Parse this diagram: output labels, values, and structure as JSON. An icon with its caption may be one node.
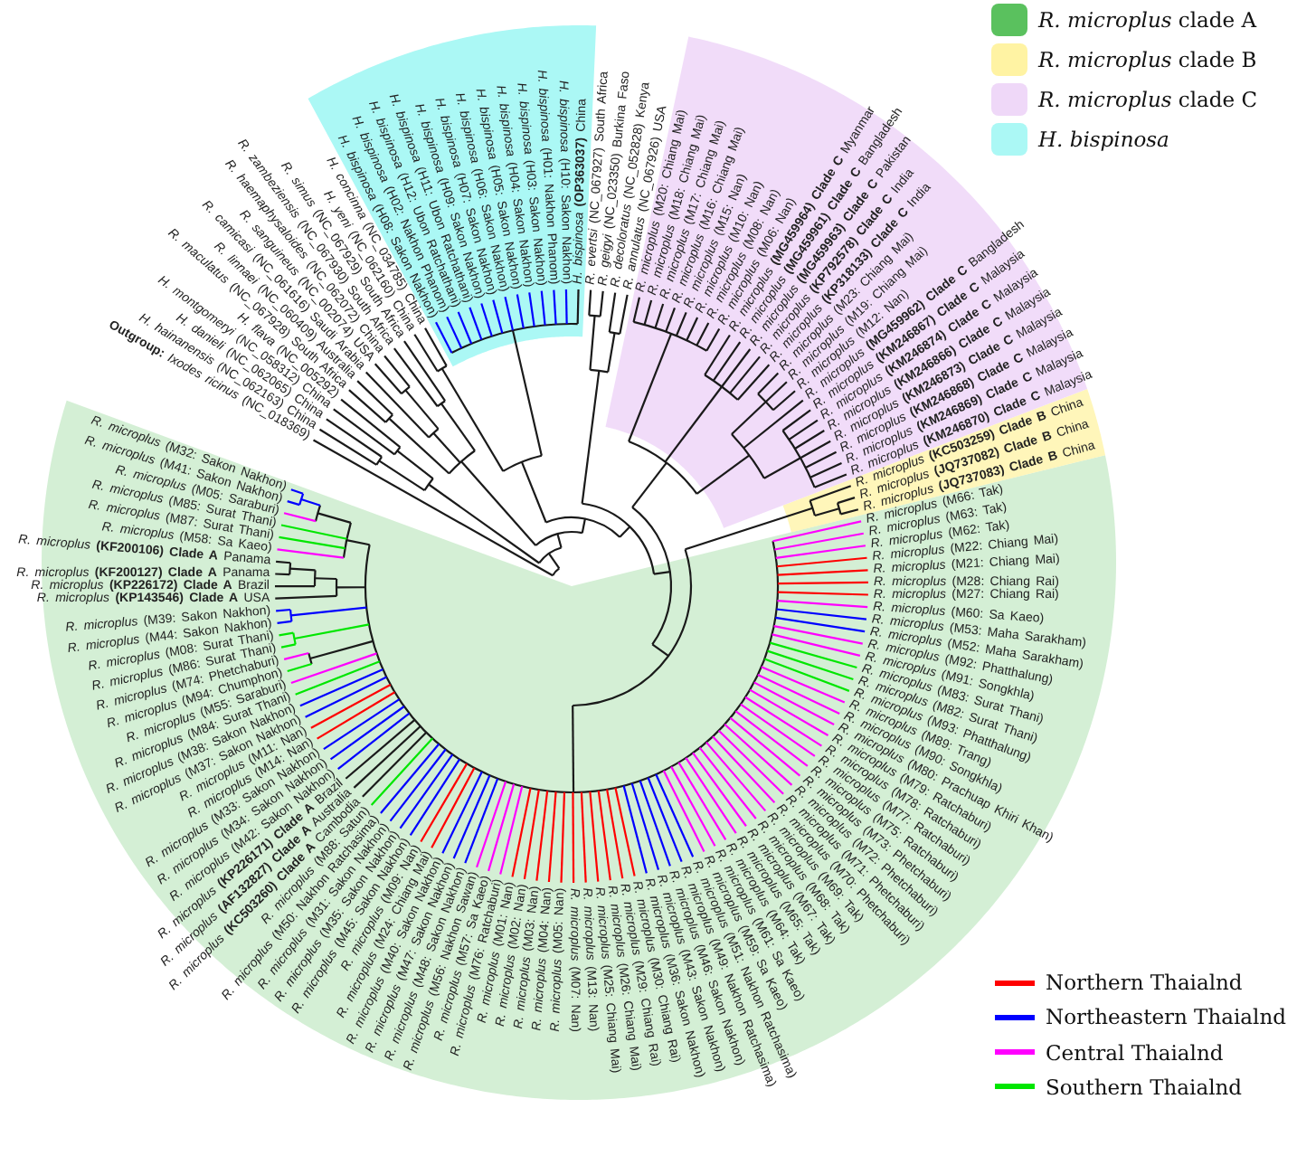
{
  "diagram": {
    "labels": [
      "*R. microplus* **(KP226172) Clade A** Brazil",
      "*R. microplus* **(KF200127) Clade A** Panama",
      "*R. microplus* **(KF200106) Clade A** Panama",
      "*R. microplus* (M58: Sa Kaeo)",
      "*R. microplus* (M87: Surat Thani)",
      "*R. microplus* (M85: Surat Thani)",
      "*R. microplus* (M05: Saraburi)",
      "*R. microplus* (M41: Sakon Nakhon)",
      "*R. microplus* (M32: Sakon Nakhon)",
      "**Outgroup:** *Ixodes ricinus* (NC_018369)",
      "*H. hainanensis* (NC_062163) China",
      "*H. danieli* (NC_062065) China",
      "*H. montgomeryi* (NC_058312) China",
      "*H. flava* (NC_005292)",
      "*R. maculatus* (NC_067928) South Africa",
      "*R. linnaei* (NC_060409) Australia",
      "*R. camicasi* (NC_061616) Saudi Arabia",
      "*R. sanguineus* (NC_002074) USA",
      "*R. haemaphysaloides* (NC_062072) China",
      "*R. zambeziensis* (NC_067930) South Africa",
      "*R. simus* (NC_067929) South Africa",
      "*H. yeni* (NC_062160) China",
      "*H. concinna* (NC_034785) China",
      "*H. bispinosa* (H08: Sakon Nakhon)",
      "*H. bispinosa* (H02: Nakhon Phanom)",
      "*H. bispinosa* (H12: Ubon Ratchathani)",
      "*H. bispinosa* (H11: Ubon Ratchathani)",
      "*H. bispinosa* (H09: Sakon Nakhon)",
      "*H. bispinosa* (H07: Sakon Nakhon)",
      "*H. bispinosa* (H06: Sakon Nakhon)",
      "*H. bispinosa* (H05: Sakon Nakhon)",
      "*H. bispinosa* (H04: Sakon Nakhon)",
      "*H. bispinosa* (H03: Sakon Nakhon)",
      "*H. bispinosa* (H01: Nakhon Phanom)",
      "*H. bispinosa* (H10: Sakon Nakhon)",
      "*H. bispinosa* **(OP363037)** China",
      "*R. evertsi* (NC_067927) South Africa",
      "*R. geigyi* (NC_023350) Burkina Faso",
      "*R. decoloratus* (NC_052828) Kenya",
      "*R. annulatus* (NC_067926) USA",
      "*R. microplus* (M20: Chiang Mai)",
      "*R. microplus* (M18: Chiang Mai)",
      "*R. microplus* (M17: Chiang Mai)",
      "*R. microplus* (M16: Chiang Mai)",
      "*R. microplus* (M15: Nan)",
      "*R. microplus* (M10: Nan)",
      "*R. microplus* (M08: Nan)",
      "*R. microplus* (M06: Nan)",
      "*R. microplus* **(MG459964) Clade C** Myanmar",
      "*R. microplus* **(MG459961) Clade C** Bangladesh",
      "*R. microplus* **(MG459963) Clade C** Pakistan",
      "*R. microplus* **(KP792578) Clade C** India",
      "*R. microplus* **(KP318133) Clade C** India",
      "*R. microplus* (M23: Chiang Mai)",
      "*R. microplus* (M19: Chiang Mai)",
      "*R. microplus* (M12: Nan)",
      "*R. microplus* **(MG459962) Clade C** Bangladesh",
      "*R. microplus* **(KM246867) Clade C** Malaysia",
      "*R. microplus* **(KM246874) Clade C** Malaysia",
      "*R. microplus* **(KM246866) Clade C** Malaysia",
      "*R. microplus* **(KM246873) Clade C** Malaysia",
      "*R. microplus* **(KM246868) Clade C** Malaysia",
      "*R. microplus* **(KM246869) Clade C** Malaysia",
      "*R. microplus* **(KM246870) Clade C** Malaysia",
      "*R. microplus* **(KC503259) Clade B** China",
      "*R. microplus* **(JQ737082) Clade B** China",
      "*R. microplus* **(JQ737083) Clade B** China",
      "*R. microplus* (M66: Tak)",
      "*R. microplus* (M63: Tak)",
      "*R. microplus* (M62: Tak)",
      "*R. microplus* (M22: Chiang Mai)",
      "*R. microplus* **(KP143546) Clade A** USA",
      "*R. microplus* (M39: Sakon Nakhon)",
      "*R. microplus* (M44: Sakon Nakhon)",
      "*R. microplus* (M08: Surat Thani)",
      "*R. microplus* (M86: Surat Thani)",
      "*R. microplus* (M74: Phetchaburi)",
      "*R. microplus* (M94: Chumphon)",
      "*R. microplus* (M55: Saraburi)",
      "*R. microplus* (M84: Surat Thani)",
      "*R. microplus* (M38: Sakon Nakhon)",
      "*R. microplus* (M37: Sakon Nakhon)",
      "*R. microplus* (M11: Nan)",
      "*R. microplus* (M14: Nan)",
      "*R. microplus* (M33: Sakon Nakhon)",
      "*R. microplus* (M34: Sakon Nakhon)",
      "*R. microplus* (M42: Sakon Nakhon)",
      "*R. microplus* **(KP226171) Clade A** Brazil",
      "*R. microplus* **(AF132827) Clade A** Australia",
      "*R. microplus* **(KC503260) Clade A** Cambodia",
      "*R. microplus* (M88: Satun)",
      "*R. microplus* (M50: Nakhon Ratchasima)",
      "*R. microplus* (M31: Sakon Nakhon)",
      "*R. microplus* (M35: Sakon Nakhon)",
      "*R. microplus* (M45: Sakon Nakhon)",
      "*R. microplus* (M09: Nan)",
      "*R. microplus* (M24: Chiang Mai)",
      "*R. microplus* (M40: Sakon Nakhon)",
      "*R. microplus* (M47: Sakon Nakhon)",
      "*R. microplus* (M48: Sakon Nakhon)",
      "*R. microplus* (M56: Nakhon Sawan)",
      "*R. microplus* (M57: Sa Kaeo)",
      "*R. microplus* (M76: Ratchaburi)",
      "*R. microplus* (M01: Nan)",
      "*R. microplus* (M02: Nan)",
      "*R. microplus* (M03: Nan)",
      "*R. microplus* (M04: Nan)",
      "*R. microplus* (M05: Nan)",
      "*R. microplus* (M07: Nan)",
      "*R. microplus* (M13: Nan)",
      "*R. microplus* (M25: Chiang Mai)",
      "*R. microplus* (M26: Chiang Mai)",
      "*R. microplus* (M29: Chiang Rai)",
      "*R. microplus* (M30: Chiang Rai)",
      "*R. microplus* (M36: Sakon Nakhon)",
      "*R. microplus* (M43: Sakon Nakhon)",
      "*R. microplus* (M46: Sakon Nakhon)",
      "*R. microplus* (M49: Nakhon Ratchasima)",
      "*R. microplus* (M51: Nakhon Ratchasima)",
      "*R. microplus* (M59: Sa Kaeo)",
      "*R. microplus* (M61: Sa Kaeo)",
      "*R. microplus* (M64: Tak)",
      "*R. microplus* (M65: Tak)",
      "*R. microplus* (M67: Tak)",
      "*R. microplus* (M68: Tak)",
      "*R. microplus* (M69: Tak)",
      "*R. microplus* (M70: Phetchaburi)",
      "*R. microplus* (M71: Phetchaburi)",
      "*R. microplus* (M72: Phetchaburi)",
      "*R. microplus* (M73: Phetchaburi)",
      "*R. microplus* (M75: Ratchaburi)",
      "*R. microplus* (M77: Ratchaburi)",
      "*R. microplus* (M78: Ratchaburi)",
      "*R. microplus* (M79: Ratchaburi)",
      "*R. microplus* (M80: Prachuap Khiri Khan)",
      "*R. microplus* (M90: Songkhla)",
      "*R. microplus* (M89: Trang)",
      "*R. microplus* (M93: Phatthalung)",
      "*R. microplus* (M82: Surat Thani)",
      "*R. microplus* (M83: Surat Thani)",
      "*R. microplus* (M91: Songkhla)",
      "*R. microplus* (M92: Phatthalung)",
      "*R. microplus* (M52: Maha Sarakham)",
      "*R. microplus* (M53: Maha Sarakham)",
      "*R. microplus* (M60: Sa Kaeo)",
      "*R. microplus* (M27: Chiang Rai)",
      "*R. microplus* (M28: Chiang Rai)",
      "*R. microplus* (M21: Chiang Mai)"
    ],
    "legend": [
      {
        "text": "*R. microplus* clade A",
        "color": "#5ac15e"
      },
      {
        "text": "*R. microplus* clade B",
        "color": "#fff3a3"
      },
      {
        "text": "*R. microplus* clade C",
        "color": "#efd8f8"
      },
      {
        "text": "H. bispinosa",
        "color": "#abf8f5"
      },
      {
        "text": "Northern Thaialnd"
      },
      {
        "text": "Northeastern Thaialnd"
      },
      {
        "text": "Central Thaialnd"
      },
      {
        "text": "Southern Thaialnd"
      }
    ]
  }
}
